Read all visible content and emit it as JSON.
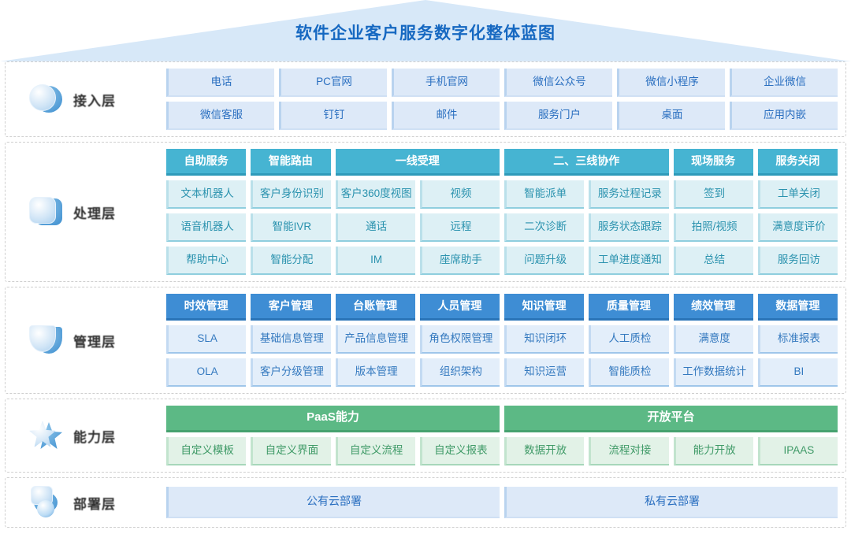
{
  "title": "软件企业客户服务数字化整体蓝图",
  "colors": {
    "roof_bg": "#d7e8f8",
    "title_text": "#1668c1",
    "access_cell": "#dde9f8",
    "process_header": "#46b4d2",
    "process_cell": "#ddf0f5",
    "manage_header": "#3e8dd4",
    "manage_cell": "#e3eefa",
    "capability_header": "#5cb985",
    "capability_cell": "#e2f2e7",
    "deploy_cell": "#dde9f8"
  },
  "layers": [
    {
      "name": "接入层",
      "icon": "sphere-icon",
      "rows": [
        [
          "电话",
          "PC官网",
          "手机官网",
          "微信公众号",
          "微信小程序",
          "企业微信"
        ],
        [
          "微信客服",
          "钉钉",
          "邮件",
          "服务门户",
          "桌面",
          "应用内嵌"
        ]
      ]
    },
    {
      "name": "处理层",
      "icon": "rounded-square-icon",
      "headers": [
        {
          "label": "自助服务",
          "span": 1
        },
        {
          "label": "智能路由",
          "span": 1
        },
        {
          "label": "一线受理",
          "span": 2
        },
        {
          "label": "二、三线协作",
          "span": 2
        },
        {
          "label": "现场服务",
          "span": 1
        },
        {
          "label": "服务关闭",
          "span": 1
        }
      ],
      "rows": [
        [
          "文本机器人",
          "客户身份识别",
          "客户360度视图",
          "视频",
          "智能派单",
          "服务过程记录",
          "签到",
          "工单关闭"
        ],
        [
          "语音机器人",
          "智能IVR",
          "通话",
          "远程",
          "二次诊断",
          "服务状态跟踪",
          "拍照/视频",
          "满意度评价"
        ],
        [
          "帮助中心",
          "智能分配",
          "IM",
          "座席助手",
          "问题升级",
          "工单进度通知",
          "总结",
          "服务回访"
        ]
      ]
    },
    {
      "name": "管理层",
      "icon": "shield-icon",
      "headers": [
        {
          "label": "时效管理",
          "span": 1
        },
        {
          "label": "客户管理",
          "span": 1
        },
        {
          "label": "台账管理",
          "span": 1
        },
        {
          "label": "人员管理",
          "span": 1
        },
        {
          "label": "知识管理",
          "span": 1
        },
        {
          "label": "质量管理",
          "span": 1
        },
        {
          "label": "绩效管理",
          "span": 1
        },
        {
          "label": "数据管理",
          "span": 1
        }
      ],
      "rows": [
        [
          "SLA",
          "基础信息管理",
          "产品信息管理",
          "角色权限管理",
          "知识闭环",
          "人工质检",
          "满意度",
          "标准报表"
        ],
        [
          "OLA",
          "客户分级管理",
          "版本管理",
          "组织架构",
          "知识运营",
          "智能质检",
          "工作数据统计",
          "BI"
        ]
      ]
    },
    {
      "name": "能力层",
      "icon": "star-icon",
      "headers": [
        {
          "label": "PaaS能力",
          "span": 4
        },
        {
          "label": "开放平台",
          "span": 4
        }
      ],
      "rows": [
        [
          "自定义模板",
          "自定义界面",
          "自定义流程",
          "自定义报表",
          "数据开放",
          "流程对接",
          "能力开放",
          "IPAAS"
        ]
      ]
    },
    {
      "name": "部署层",
      "icon": "cloud-stack-icon",
      "rows": [
        [
          "公有云部署",
          "私有云部署"
        ]
      ]
    }
  ]
}
